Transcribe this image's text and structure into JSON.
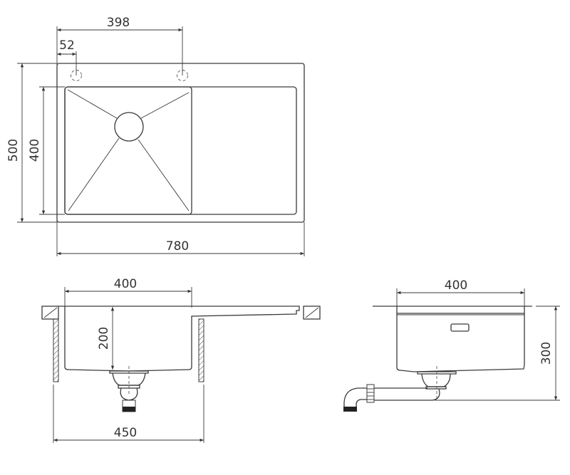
{
  "drawing": {
    "subject": "Kitchen sink with drainboard — dimensional drawing",
    "units": "mm",
    "views": {
      "top_view": {
        "dimensions": {
          "tap_hole_spacing": "398",
          "tap_hole_offset": "52",
          "overall_depth": "500",
          "bowl_depth": "400",
          "overall_width": "780"
        }
      },
      "front_section": {
        "dimensions": {
          "bowl_width": "400",
          "bowl_height": "200",
          "cabinet_width": "450"
        }
      },
      "side_view": {
        "dimensions": {
          "bowl_width": "400",
          "installation_height": "300"
        }
      }
    },
    "colors": {
      "line": "#3a3a3a",
      "background": "#ffffff",
      "fill_dark": "#222222"
    }
  }
}
